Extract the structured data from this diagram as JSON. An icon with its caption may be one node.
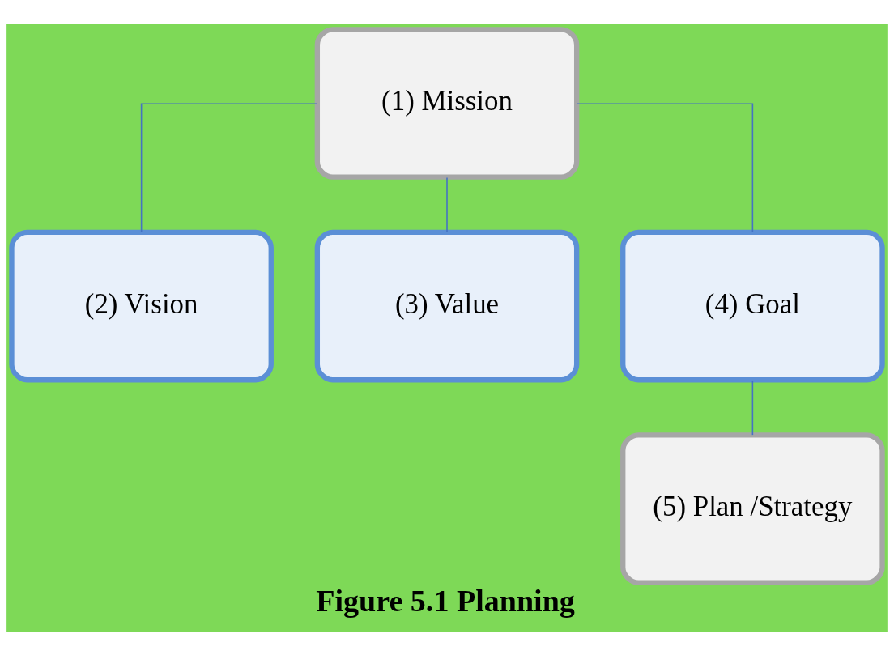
{
  "diagram": {
    "caption": "Figure 5.1 Planning",
    "nodes": [
      {
        "text": [
          "(1) Mission"
        ]
      },
      {
        "text": [
          "(2) Vision"
        ]
      },
      {
        "text": [
          "(3) Value"
        ]
      },
      {
        "text": [
          "(4) Goal"
        ]
      },
      {
        "text": [
          "(5) Plan /Strategy"
        ]
      }
    ],
    "edges": [
      {
        "from": 0,
        "to": 1,
        "arrow": "none"
      },
      {
        "from": 0,
        "to": 2,
        "arrow": "none"
      },
      {
        "from": 0,
        "to": 3,
        "arrow": "none"
      },
      {
        "from": 3,
        "to": 4,
        "arrow": "none"
      }
    ]
  }
}
